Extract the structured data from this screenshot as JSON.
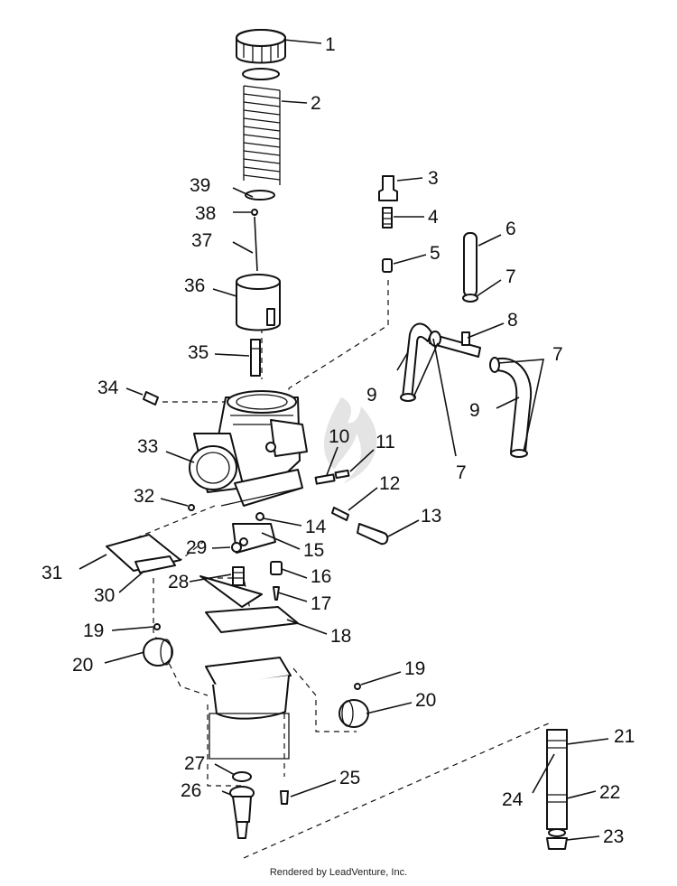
{
  "callouts": [
    {
      "n": "1"
    },
    {
      "n": "2"
    },
    {
      "n": "3"
    },
    {
      "n": "4"
    },
    {
      "n": "5"
    },
    {
      "n": "6"
    },
    {
      "n": "7"
    },
    {
      "n": "7"
    },
    {
      "n": "8"
    },
    {
      "n": "7"
    },
    {
      "n": "9"
    },
    {
      "n": "9"
    },
    {
      "n": "7"
    },
    {
      "n": "39"
    },
    {
      "n": "38"
    },
    {
      "n": "37"
    },
    {
      "n": "36"
    },
    {
      "n": "35"
    },
    {
      "n": "34"
    },
    {
      "n": "33"
    },
    {
      "n": "10"
    },
    {
      "n": "11"
    },
    {
      "n": "32"
    },
    {
      "n": "12"
    },
    {
      "n": "13"
    },
    {
      "n": "14"
    },
    {
      "n": "29"
    },
    {
      "n": "15"
    },
    {
      "n": "31"
    },
    {
      "n": "16"
    },
    {
      "n": "28"
    },
    {
      "n": "30"
    },
    {
      "n": "17"
    },
    {
      "n": "19"
    },
    {
      "n": "18"
    },
    {
      "n": "20"
    },
    {
      "n": "19"
    },
    {
      "n": "20"
    },
    {
      "n": "21"
    },
    {
      "n": "27"
    },
    {
      "n": "25"
    },
    {
      "n": "24"
    },
    {
      "n": "22"
    },
    {
      "n": "26"
    },
    {
      "n": "23"
    }
  ],
  "footer": "Rendered by LeadVenture, Inc."
}
